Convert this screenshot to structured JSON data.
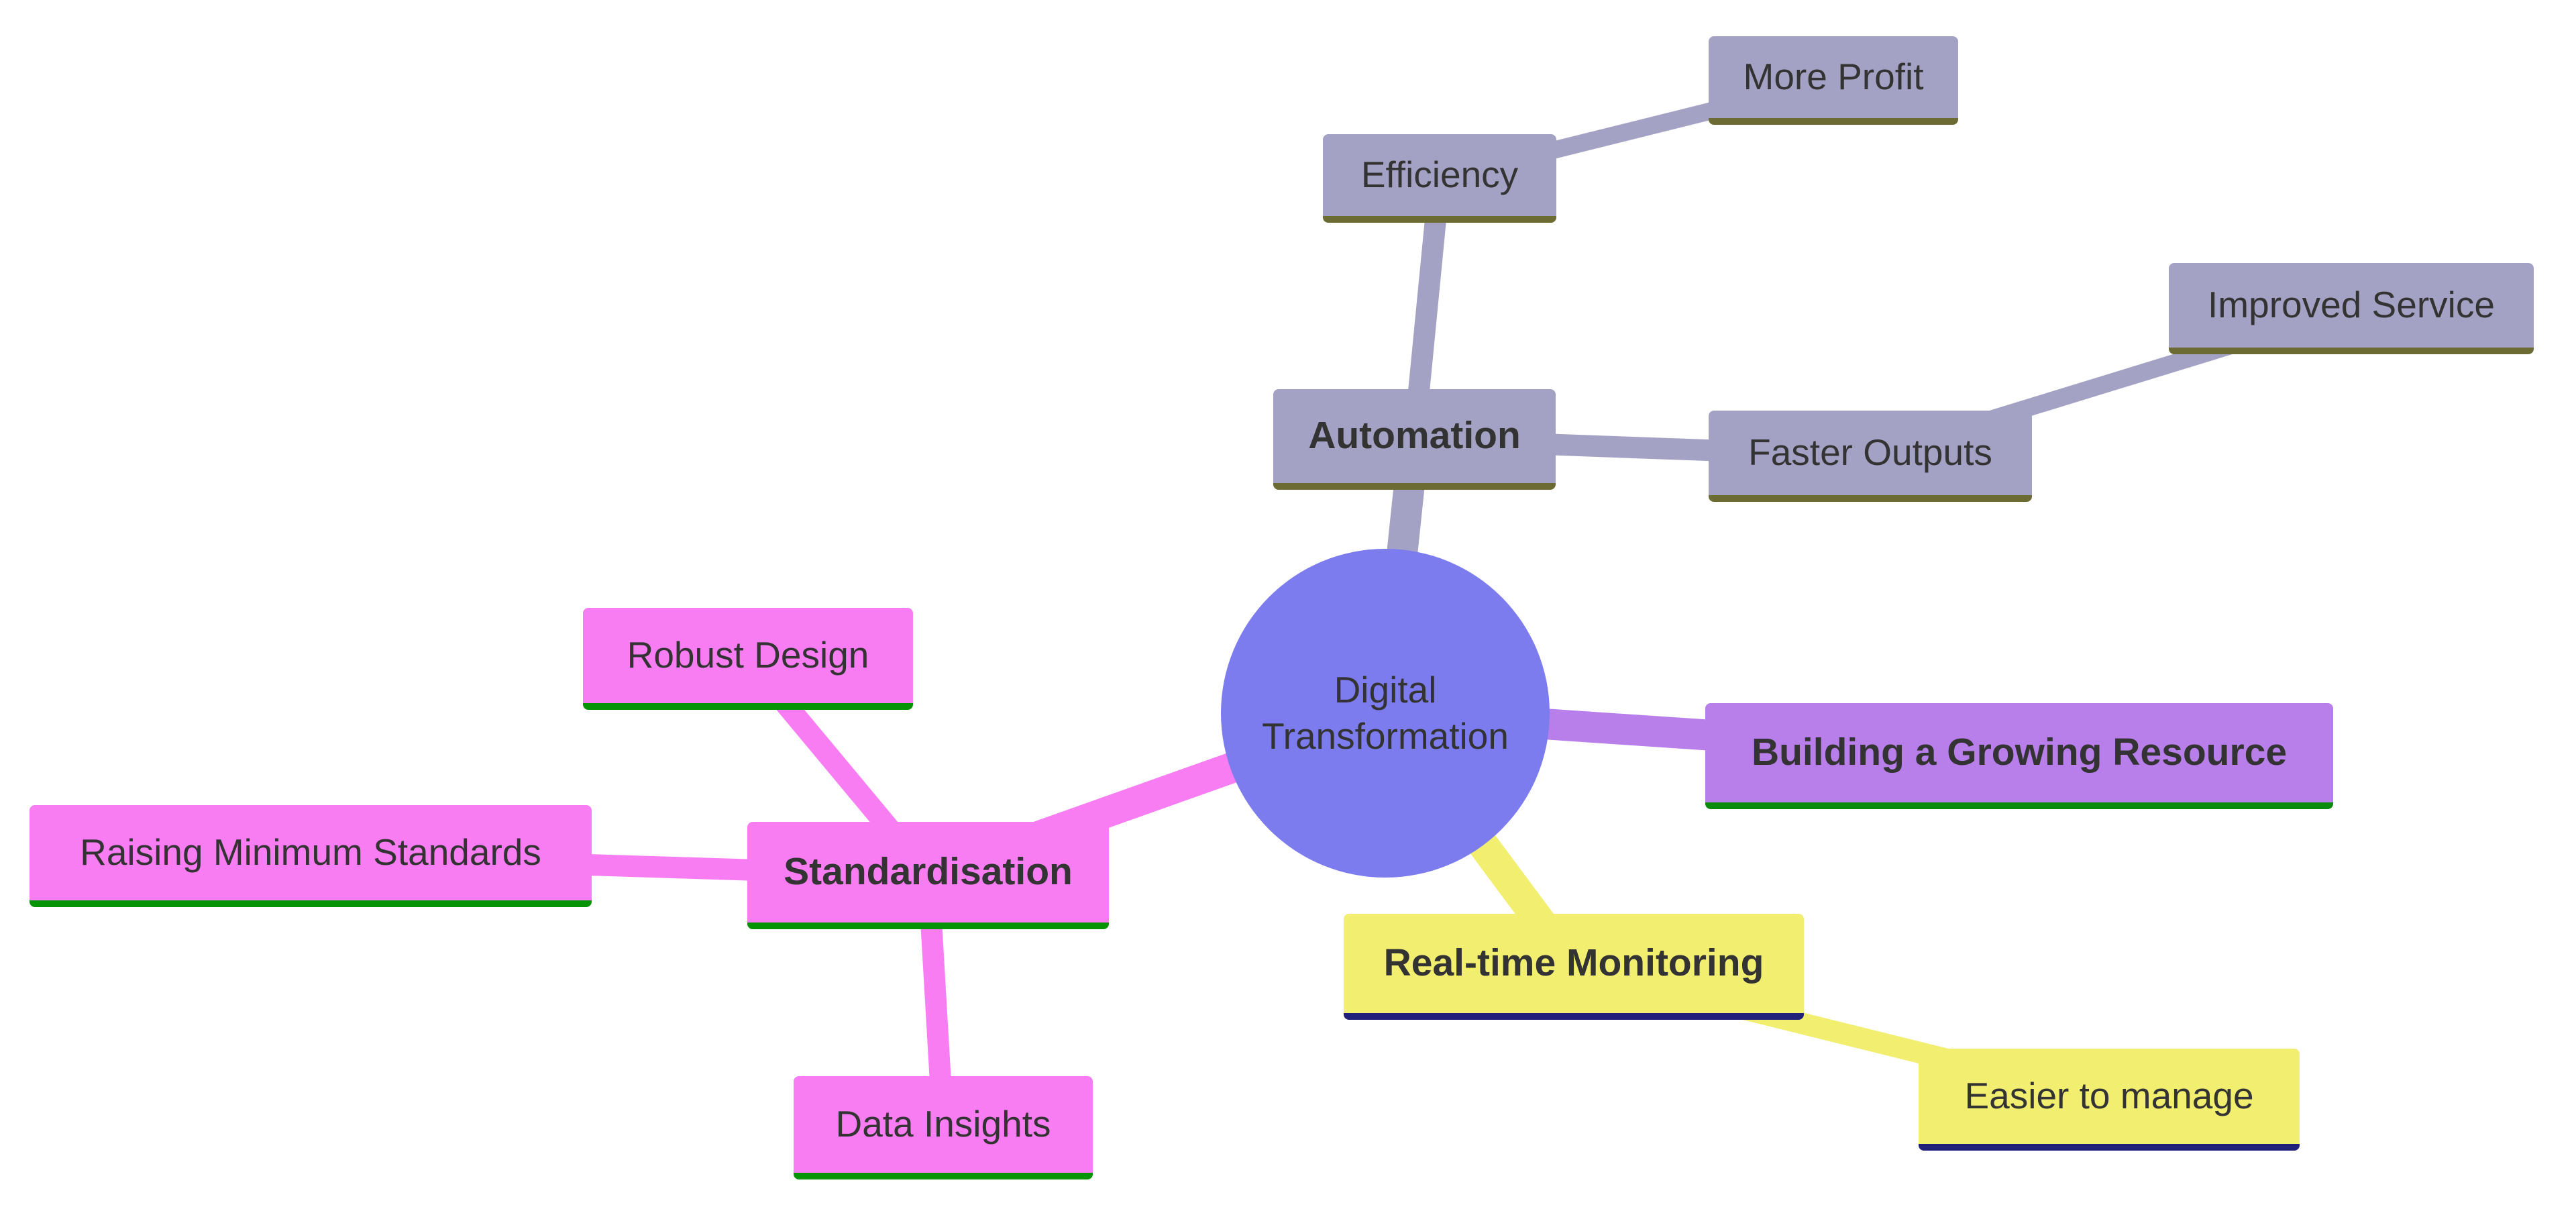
{
  "diagram": {
    "type": "mindmap",
    "root": {
      "label": "Digital Transformation",
      "line1": "Digital",
      "line2": "Transformation"
    }
  },
  "nodes": {
    "automation": {
      "label": "Automation",
      "section": "automation",
      "emphasis": "bold"
    },
    "efficiency": {
      "label": "Efficiency",
      "section": "automation",
      "emphasis": "normal"
    },
    "more_profit": {
      "label": "More Profit",
      "section": "automation",
      "emphasis": "normal"
    },
    "faster_outputs": {
      "label": "Faster Outputs",
      "section": "automation",
      "emphasis": "normal"
    },
    "improved_service": {
      "label": "Improved Service",
      "section": "automation",
      "emphasis": "normal"
    },
    "building": {
      "label": "Building a Growing Resource",
      "section": "building",
      "emphasis": "bold"
    },
    "realtime": {
      "label": "Real-time Monitoring",
      "section": "realtime",
      "emphasis": "bold"
    },
    "easier": {
      "label": "Easier to manage",
      "section": "realtime",
      "emphasis": "normal"
    },
    "standardisation": {
      "label": "Standardisation",
      "section": "standardisation",
      "emphasis": "bold"
    },
    "robust": {
      "label": "Robust Design",
      "section": "standardisation",
      "emphasis": "normal"
    },
    "raising": {
      "label": "Raising Minimum Standards",
      "section": "standardisation",
      "emphasis": "normal"
    },
    "data_insights": {
      "label": "Data Insights",
      "section": "standardisation",
      "emphasis": "normal"
    }
  },
  "edges": [
    {
      "from": "root",
      "to": "automation"
    },
    {
      "from": "automation",
      "to": "efficiency"
    },
    {
      "from": "efficiency",
      "to": "more_profit"
    },
    {
      "from": "automation",
      "to": "faster_outputs"
    },
    {
      "from": "faster_outputs",
      "to": "improved_service"
    },
    {
      "from": "root",
      "to": "building"
    },
    {
      "from": "root",
      "to": "realtime"
    },
    {
      "from": "realtime",
      "to": "easier"
    },
    {
      "from": "root",
      "to": "standardisation"
    },
    {
      "from": "standardisation",
      "to": "robust"
    },
    {
      "from": "standardisation",
      "to": "raising"
    },
    {
      "from": "standardisation",
      "to": "data_insights"
    }
  ],
  "palette": {
    "root_fill": "#7c7cee",
    "automation_fill": "#a3a2c4",
    "automation_border": "#6b6b33",
    "building_fill": "#b87ee9",
    "building_border": "#0b8a0b",
    "realtime_fill": "#f1ee70",
    "realtime_border": "#20207a",
    "standardisation_fill": "#f97df2",
    "standardisation_border": "#069406",
    "text_color": "#333333"
  }
}
